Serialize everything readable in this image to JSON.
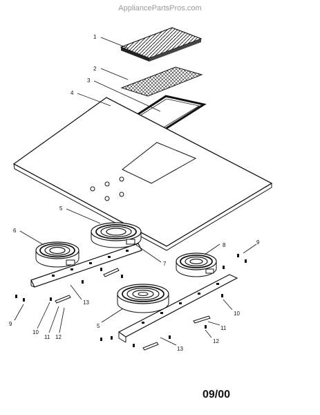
{
  "watermark": "AppliancePartsPros.com",
  "page_code": "09/00",
  "callouts": {
    "c1": "1",
    "c2": "2",
    "c3": "3",
    "c4": "4",
    "c5a": "5",
    "c5b": "5",
    "c6": "6",
    "c7": "7",
    "c8": "8",
    "c9a": "9",
    "c9b": "9",
    "c10a": "10",
    "c10b": "10",
    "c11a": "11",
    "c11b": "11",
    "c12a": "12",
    "c12b": "12",
    "c13a": "13",
    "c13b": "13"
  }
}
